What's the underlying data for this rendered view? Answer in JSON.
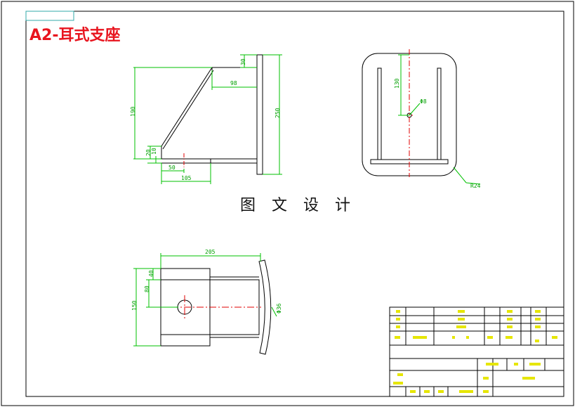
{
  "title": "A2-耳式支座",
  "caption": "图 文 设 计",
  "colors": {
    "frame": "#000000",
    "outline": "#000000",
    "dimension": "#00c000",
    "centerline": "#e00000",
    "title_text": "#e8141e",
    "table_yellow": "#e6e600"
  },
  "dimensions": {
    "front_top_height": "30",
    "front_width_98": "98",
    "front_height_190": "190",
    "front_plate_height": "250",
    "front_small_20": "20",
    "front_small_10": "10",
    "front_base_50": "50",
    "front_base_105": "105",
    "side_130": "130",
    "side_hole": "Φ8",
    "side_radius": "R24",
    "plan_width": "205",
    "plan_height": "150",
    "plan_80": "80",
    "plan_40": "40",
    "plan_hole": "Φ36"
  }
}
